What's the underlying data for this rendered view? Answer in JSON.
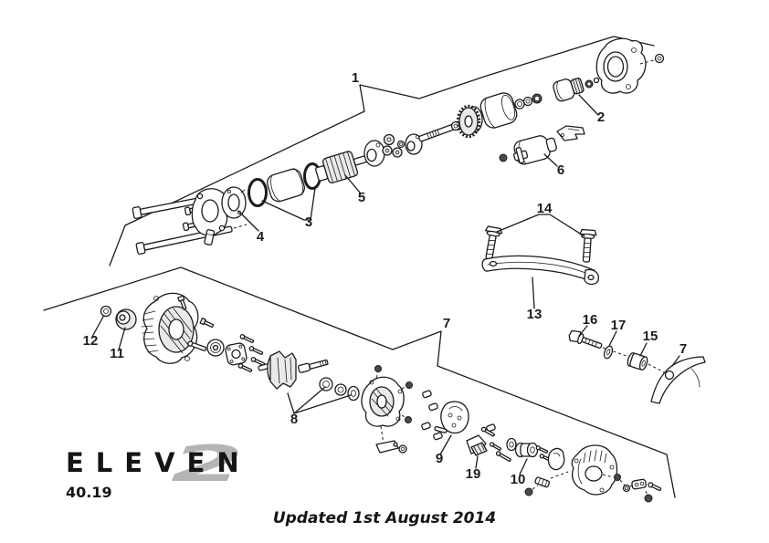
{
  "page": {
    "logo_text": "ELEVEN",
    "logo_badge": "2",
    "page_number": "40.19",
    "footer_note": "Updated 1st August 2014"
  },
  "theme": {
    "paper": "#ffffff",
    "line": "#1c1c1c",
    "badge": "#b5b5b7",
    "fill_light": "#e9e9e9",
    "fill_dark": "#4a4a4a"
  },
  "callouts": [
    "1",
    "2",
    "3",
    "4",
    "5",
    "6",
    "7",
    "7",
    "8",
    "9",
    "10",
    "11",
    "12",
    "13",
    "14",
    "15",
    "16",
    "17",
    "19"
  ]
}
